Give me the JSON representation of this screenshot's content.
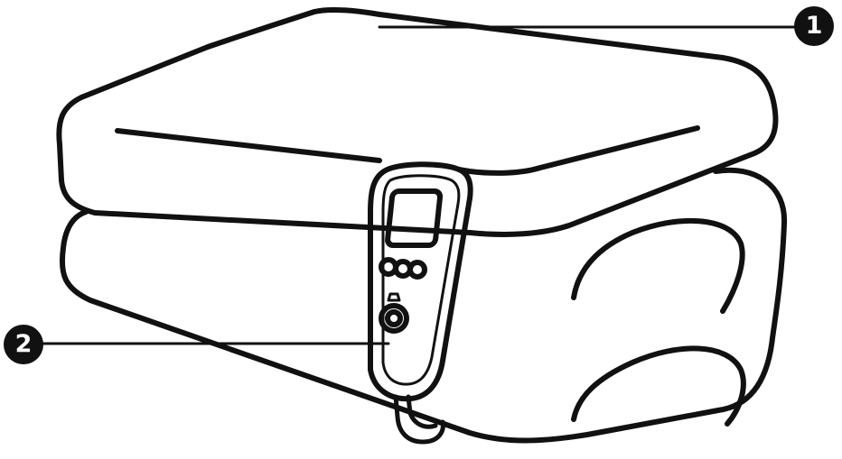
{
  "callouts": [
    {
      "number": "1",
      "icon": "callout-number-badge",
      "points_to": "electric-blanket"
    },
    {
      "number": "2",
      "icon": "callout-number-badge",
      "points_to": "controller-handset"
    }
  ],
  "colors": {
    "line": "#111111",
    "background": "#ffffff"
  }
}
